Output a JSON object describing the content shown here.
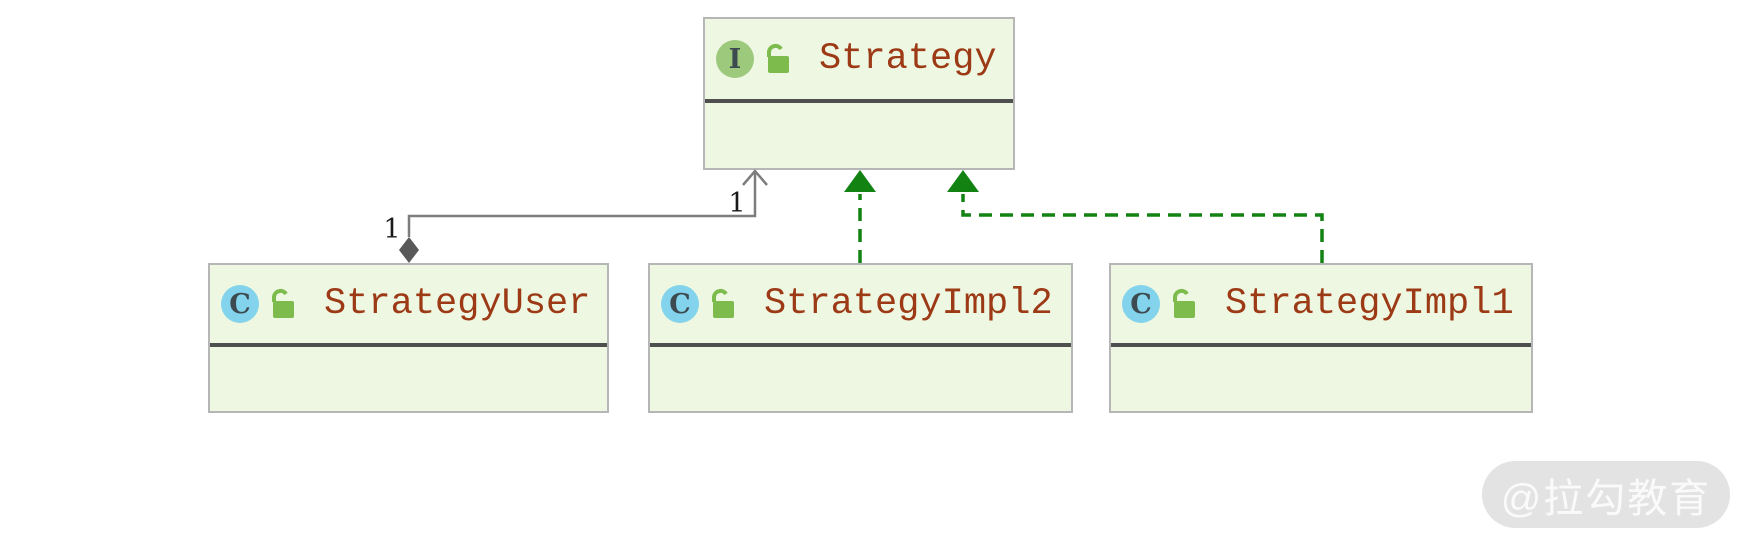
{
  "diagram": {
    "type": "uml-class-diagram",
    "classes": [
      {
        "name": "Strategy",
        "kind": "interface",
        "icon_letter": "I",
        "visibility": "public"
      },
      {
        "name": "StrategyUser",
        "kind": "class",
        "icon_letter": "C",
        "visibility": "public"
      },
      {
        "name": "StrategyImpl2",
        "kind": "class",
        "icon_letter": "C",
        "visibility": "public"
      },
      {
        "name": "StrategyImpl1",
        "kind": "class",
        "icon_letter": "C",
        "visibility": "public"
      }
    ],
    "relations": [
      {
        "type": "aggregation",
        "from": "StrategyUser",
        "to": "Strategy",
        "from_label": "1",
        "to_label": "1"
      },
      {
        "type": "realization",
        "from": "StrategyImpl2",
        "to": "Strategy"
      },
      {
        "type": "realization",
        "from": "StrategyImpl1",
        "to": "Strategy"
      }
    ]
  },
  "watermark": {
    "text": "@拉勾教育"
  },
  "colors": {
    "node_fill": "#eef7e2",
    "node_border": "#b6b6b6",
    "divider": "#4f4f4f",
    "name_color": "#9c3a16",
    "interface_icon_bg": "#9cc97c",
    "class_icon_bg": "#83d3ec",
    "icon_letter": "#3d4b50",
    "lock_green": "#7cbb4c",
    "realization_green": "#128212",
    "association_gray": "#7d7d7d",
    "diamond_fill": "#595959",
    "label_color": "#1a1a1a",
    "watermark_bg": "#e3e3e3",
    "watermark_text": "#fafafa"
  }
}
